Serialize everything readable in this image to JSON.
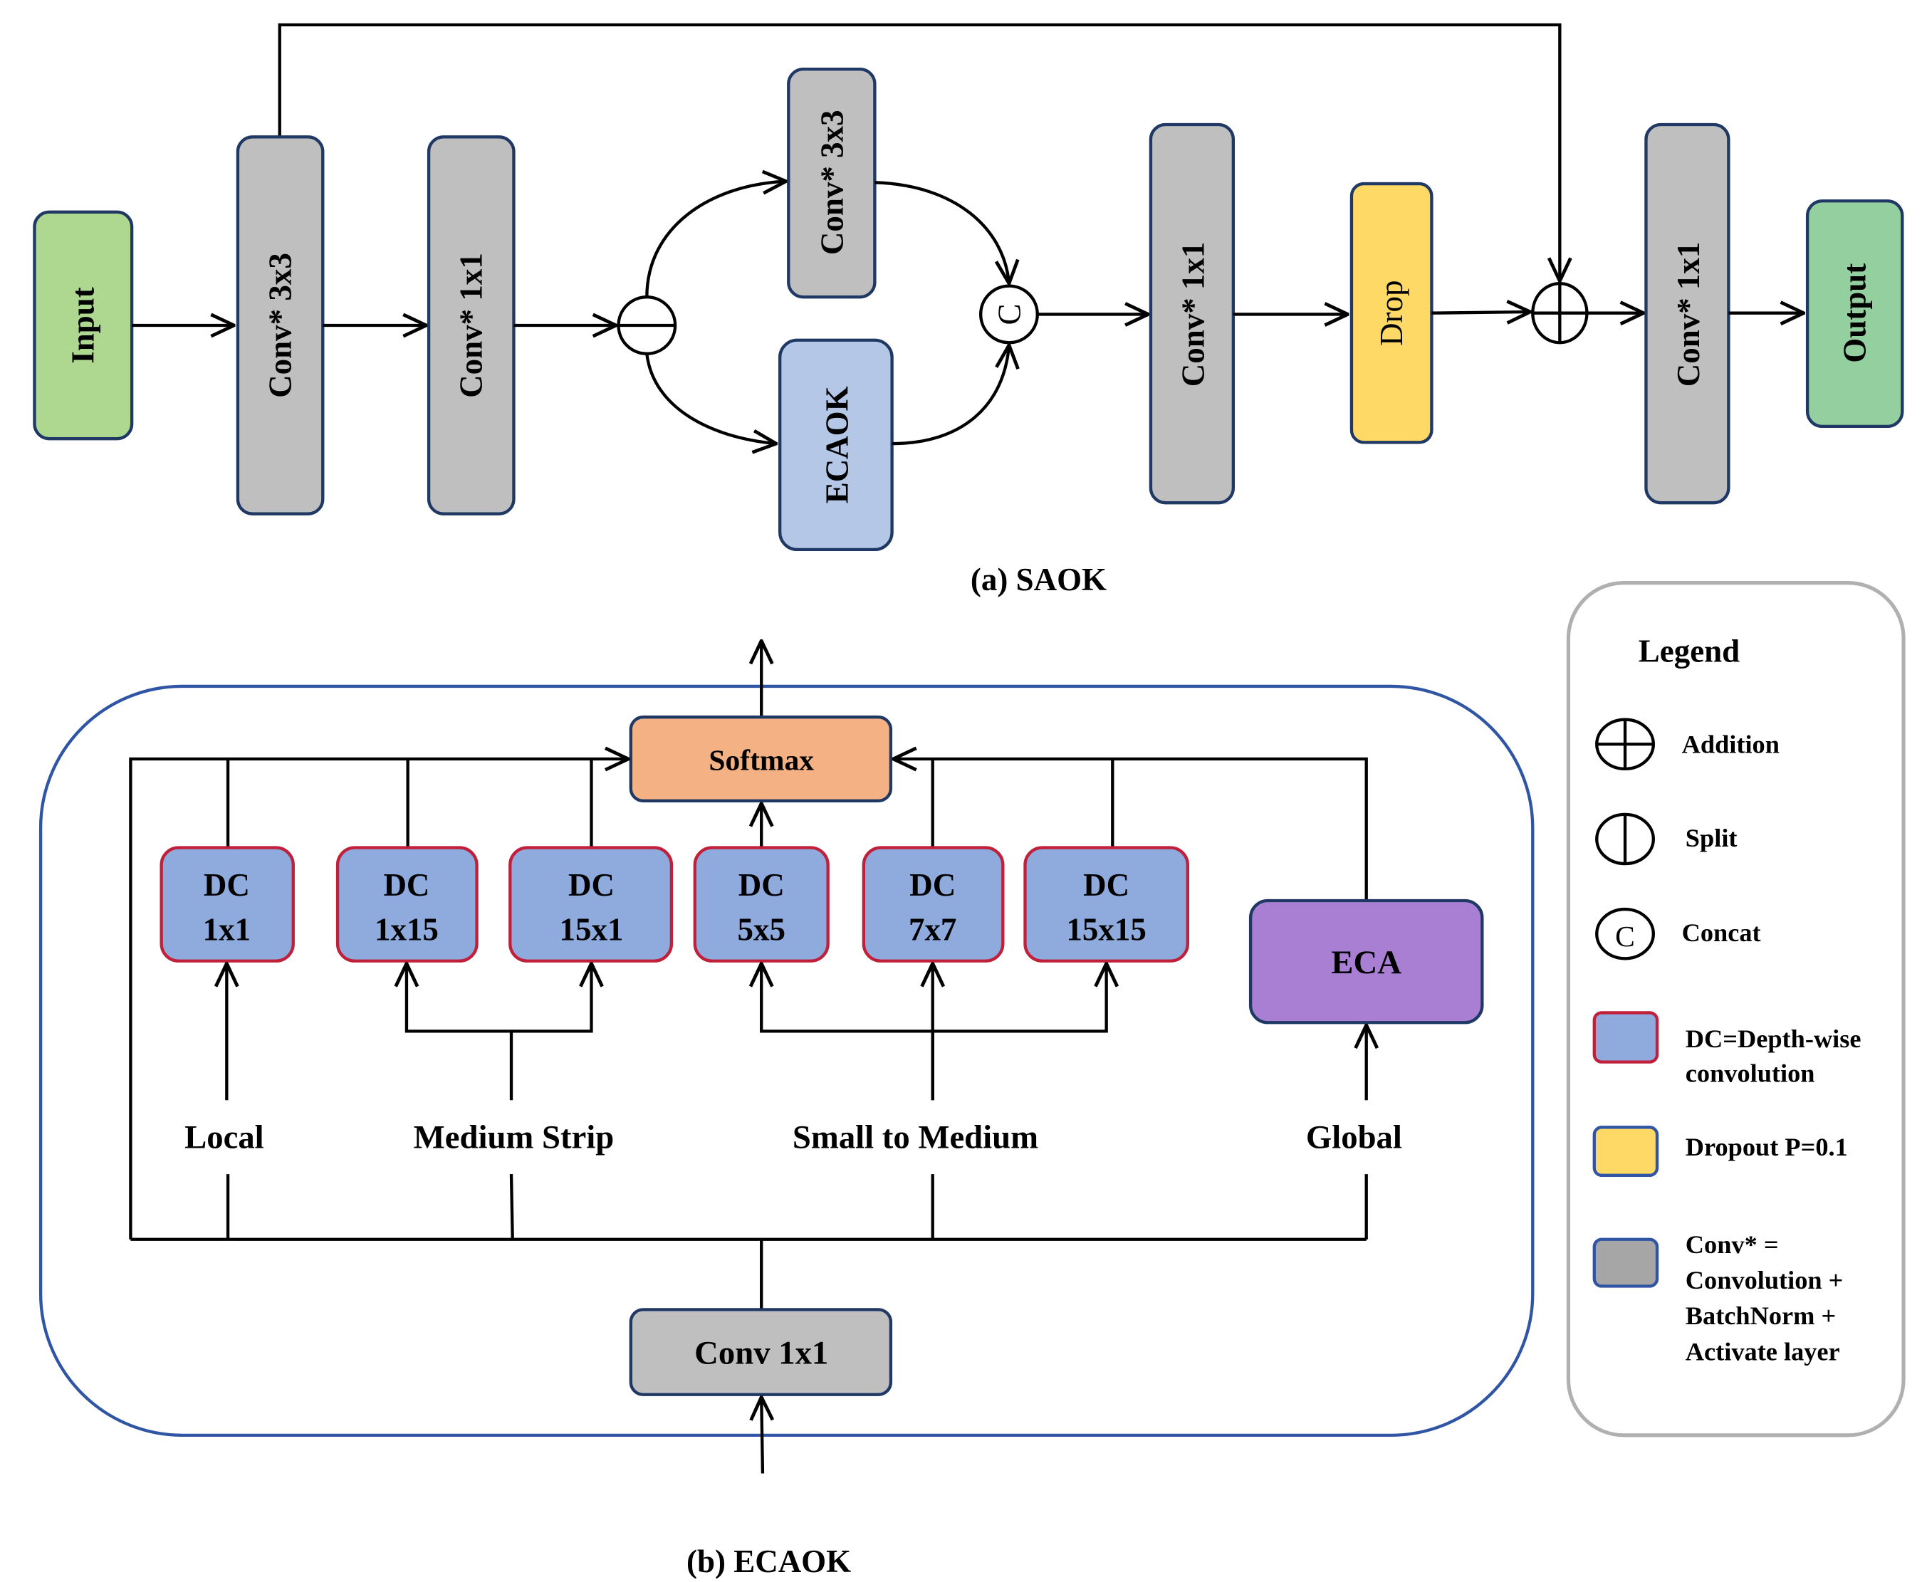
{
  "saok": {
    "caption": "(a) SAOK",
    "blocks": {
      "input": "Input",
      "conv3x3_a": "Conv* 3x3",
      "conv1x1_a": "Conv* 1x1",
      "conv3x3_b": "Conv* 3x3",
      "ecaok": "ECAOK",
      "conv1x1_b": "Conv* 1x1",
      "drop": "Drop",
      "conv1x1_c": "Conv* 1x1",
      "output": "Output"
    },
    "ops": {
      "split": "split-icon",
      "concat": "C",
      "add": "addition-icon"
    }
  },
  "ecaok": {
    "caption": "(b) ECAOK",
    "softmax": "Softmax",
    "conv_in": "Conv 1x1",
    "eca": "ECA",
    "dc_blocks": [
      {
        "top": "DC",
        "bottom": "1x1"
      },
      {
        "top": "DC",
        "bottom": "1x15"
      },
      {
        "top": "DC",
        "bottom": "15x1"
      },
      {
        "top": "DC",
        "bottom": "5x5"
      },
      {
        "top": "DC",
        "bottom": "7x7"
      },
      {
        "top": "DC",
        "bottom": "15x15"
      }
    ],
    "groups": [
      "Local",
      "Medium Strip",
      "Small to Medium",
      "Global"
    ]
  },
  "legend": {
    "title": "Legend",
    "items": [
      {
        "icon": "addition-icon",
        "label": "Addition"
      },
      {
        "icon": "split-icon",
        "label": "Split"
      },
      {
        "icon": "concat-icon",
        "symbol": "C",
        "label": "Concat"
      },
      {
        "icon": "dc-swatch",
        "lines": [
          "DC=Depth-wise",
          "convolution"
        ],
        "color": "#8faadc",
        "border": "#c0203a"
      },
      {
        "icon": "dropout-swatch",
        "lines": [
          "Dropout P=0.1"
        ],
        "color": "#ffd966",
        "border": "#2f55a4"
      },
      {
        "icon": "conv-swatch",
        "lines": [
          "Conv* =",
          "Convolution +",
          "BatchNorm +",
          "Activate layer"
        ],
        "color": "#a6a6a6",
        "border": "#2f55a4"
      }
    ]
  }
}
